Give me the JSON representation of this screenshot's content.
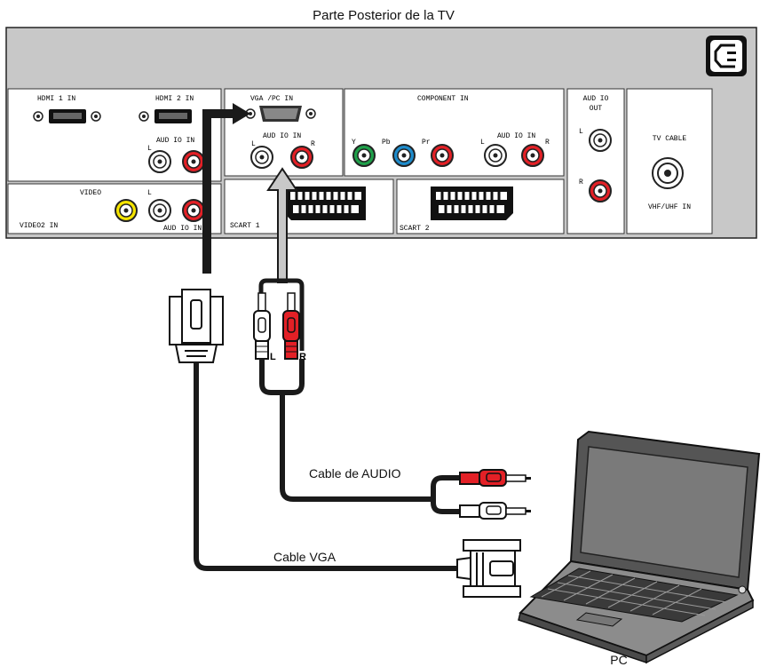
{
  "title": "Parte Posterior de la TV",
  "panel": {
    "hdmi1": "HDMI 1 IN",
    "hdmi2": "HDMI 2 IN",
    "audio_in_top": "AUD IO IN",
    "left_short": "L",
    "right_short": "R",
    "video": "VIDEO",
    "video2_in": "VIDEO2 IN",
    "audio_in_bottom": "AUD IO IN",
    "vga_pc_in": "VGA /PC IN",
    "vga_audio_in": "AUD IO IN",
    "component_in": "COMPONENT IN",
    "y": "Y",
    "pb": "Pb",
    "pr": "Pr",
    "component_audio_in": "AUD IO IN",
    "audio_out_line1": "AUD IO",
    "audio_out_line2": "OUT",
    "tv_cable": "TV CABLE",
    "vhf_uhf_in": "VHF/UHF IN",
    "scart1": "SCART 1",
    "scart2": "SCART 2"
  },
  "labels": {
    "plug_left": "L",
    "plug_right": "R",
    "audio_cable": "Cable de AUDIO",
    "vga_cable": "Cable VGA",
    "pc": "PC"
  },
  "colors": {
    "panel": "#c8c8c8",
    "panel_dark": "#9a9a9a",
    "red": "#e32026",
    "green": "#1fa04a",
    "blue": "#1e8ccc",
    "yellow": "#f5e400",
    "cable": "#1a1a1a",
    "arrow_fill": "#c8c8c8"
  }
}
